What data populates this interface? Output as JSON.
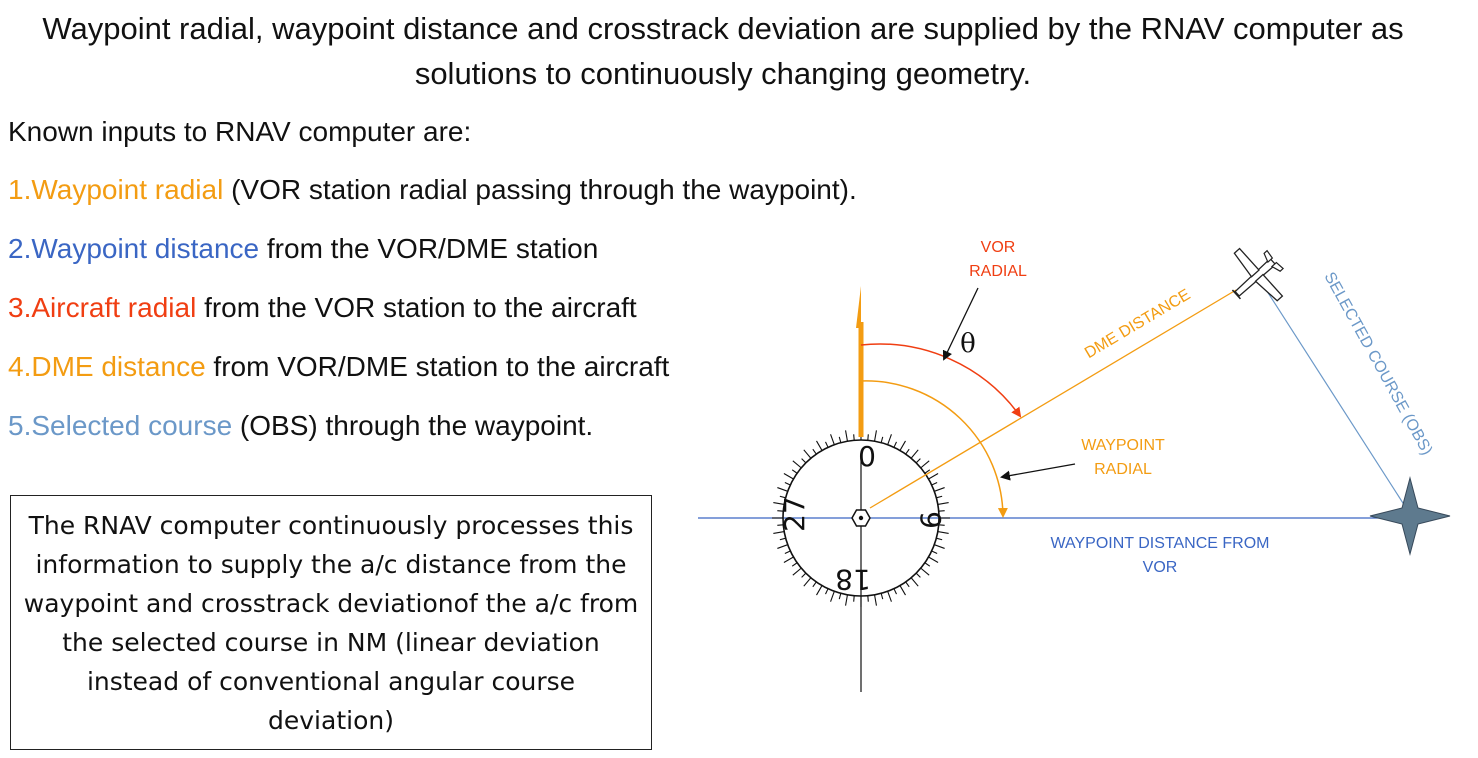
{
  "title": "Waypoint radial, waypoint distance and crosstrack deviation are supplied by the RNAV computer as solutions to continuously changing geometry.",
  "intro": "Known inputs to RNAV computer are:",
  "items": [
    {
      "label": "1.Waypoint radial",
      "rest": " (VOR station radial passing through the waypoint).",
      "color": "#F39C12"
    },
    {
      "label": "2.Waypoint distance",
      "rest": " from the VOR/DME station",
      "color": "#3A66C4"
    },
    {
      "label": "3.Aircraft radial",
      "rest": " from the VOR station to the aircraft",
      "color": "#F03E12"
    },
    {
      "label": "4.DME distance",
      "rest": " from VOR/DME station to the aircraft",
      "color": "#F39C12"
    },
    {
      "label": "5.Selected course",
      "rest": " (OBS) through the waypoint.",
      "color": "#6B98C8"
    }
  ],
  "box_text": "The RNAV computer continuously processes this information to supply the a/c distance from the waypoint and crosstrack deviationof the a/c from the selected course in NM (linear deviation instead of conventional angular course deviation)",
  "diagram": {
    "compass_labels": {
      "north": "0",
      "east": "9",
      "south": "18",
      "west": "27"
    },
    "vor_radial_label": [
      "VOR",
      "RADIAL"
    ],
    "theta": "θ",
    "dme_distance_label": "DME DISTANCE",
    "waypoint_radial_label": [
      "WAYPOINT",
      "RADIAL"
    ],
    "waypoint_distance_label": [
      "WAYPOINT DISTANCE FROM",
      "VOR"
    ],
    "selected_course_label": "SELECTED COURSE (OBS)",
    "colors": {
      "orange": "#F39C12",
      "red": "#F03E12",
      "blue": "#3A66C4",
      "lightblue": "#6B98C8",
      "waypoint": "#5E7A8E"
    }
  }
}
